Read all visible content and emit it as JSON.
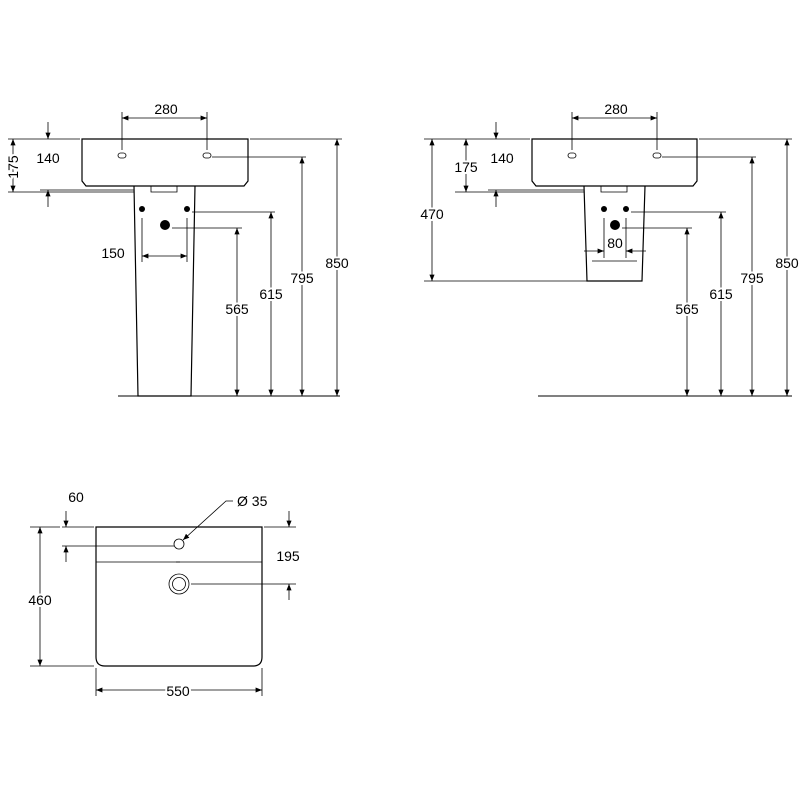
{
  "drawing": {
    "front_full_pedestal": {
      "tap_spacing": "280",
      "rim_thickness": "140",
      "overflow_height": "175",
      "waste_offset": "150",
      "waste_height": "565",
      "supply_height": "615",
      "rim_height_inner": "795",
      "rim_height": "850"
    },
    "front_semi_pedestal": {
      "tap_spacing": "280",
      "rim_thickness": "140",
      "overflow_height": "175",
      "pedestal_bottom": "470",
      "supply_spacing": "80",
      "waste_height": "565",
      "supply_height": "615",
      "rim_height_inner": "795",
      "rim_height": "850"
    },
    "top_view": {
      "tap_hole_offset": "60",
      "tap_hole_diameter": "Ø 35",
      "waste_offset": "195",
      "depth": "460",
      "width": "550"
    }
  }
}
